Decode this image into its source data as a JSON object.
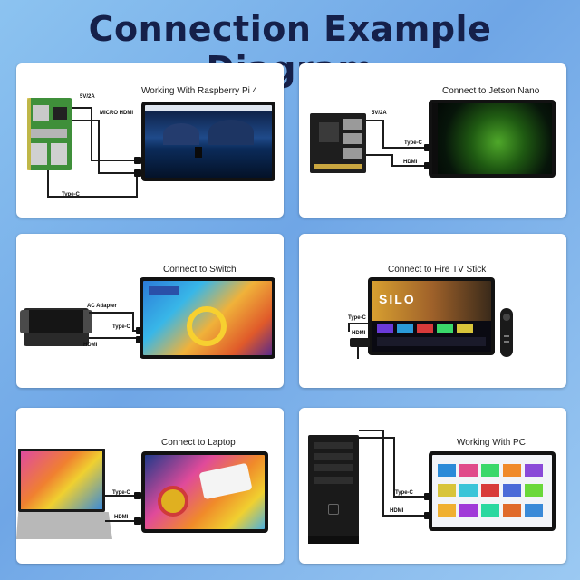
{
  "title": "Connection Example Diagram",
  "panels": [
    {
      "title": "Working With Raspberry Pi 4",
      "labels": [
        "5V/2A",
        "MICRO HDMI",
        "Type-C"
      ]
    },
    {
      "title": "Connect to Jetson Nano",
      "labels": [
        "5V/2A",
        "Type-C",
        "HDMI"
      ]
    },
    {
      "title": "Connect to Switch",
      "labels": [
        "AC Adapter",
        "Type-C",
        "HDMI"
      ]
    },
    {
      "title": "Connect to Fire TV Stick",
      "labels": [
        "Type-C",
        "HDMI"
      ],
      "screen_text": "SILO"
    },
    {
      "title": "Connect to Laptop",
      "labels": [
        "Type-C",
        "HDMI"
      ]
    },
    {
      "title": "Working With PC",
      "labels": [
        "Type-C",
        "HDMI"
      ]
    }
  ],
  "colors": {
    "background": "#7fb4ec",
    "title": "#15204a",
    "card": "#ffffff",
    "bezel": "#121212"
  }
}
